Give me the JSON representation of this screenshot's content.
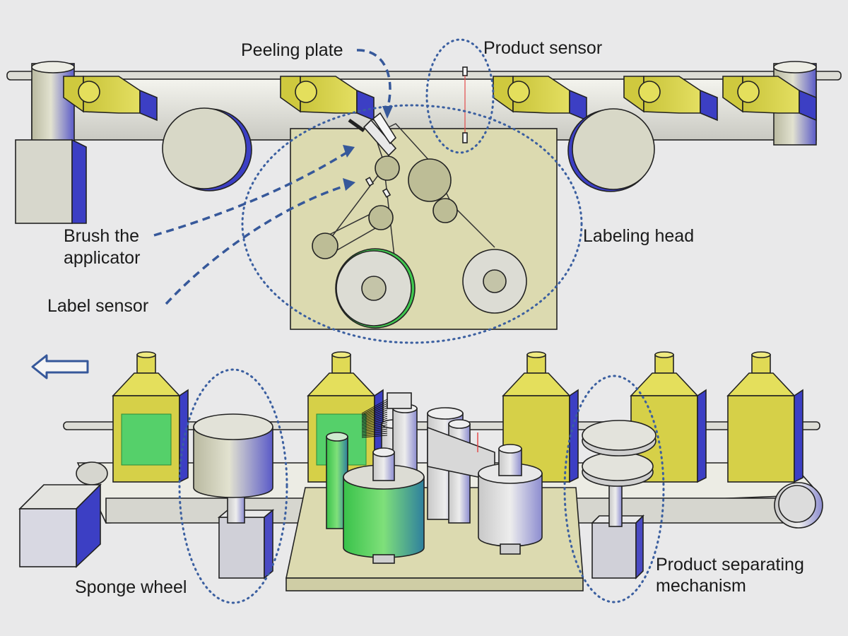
{
  "labels": {
    "peeling_plate": "Peeling plate",
    "product_sensor": "Product sensor",
    "brush_line1": "Brush the",
    "brush_line2": "applicator",
    "label_sensor": "Label sensor",
    "labeling_head": "Labeling head",
    "sponge_wheel": "Sponge wheel",
    "separating_line1": "Product separating",
    "separating_line2": "mechanism"
  },
  "colors": {
    "background": "#e9e9ea",
    "bottle_yellow": "#d9d34a",
    "plate": "#dcdab0",
    "label_green": "#4fcf5b",
    "callout_blue": "#36589a",
    "side_blue": "#3c3fc4"
  },
  "icons": {
    "conveyor_direction": "arrow-left-icon"
  }
}
